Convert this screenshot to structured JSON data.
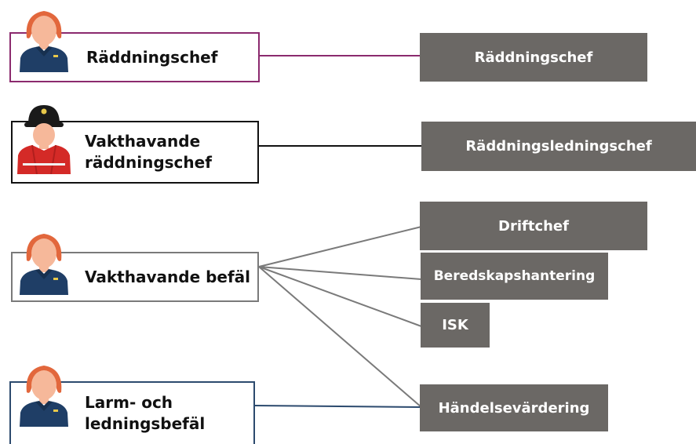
{
  "roles": [
    {
      "id": "raddningschef",
      "label": "Räddningschef",
      "avatar": "firefighter-orange-hair-icon",
      "border_color": "#8b2a6e"
    },
    {
      "id": "vakthavande-raddningschef",
      "label": "Vakthavande\nräddningschef",
      "avatar": "firefighter-helmet-red-jacket-icon",
      "border_color": "#111111"
    },
    {
      "id": "vakthavande-befal",
      "label": "Vakthavande befäl",
      "avatar": "firefighter-orange-hair-icon",
      "border_color": "#7a7a7a"
    },
    {
      "id": "larm-och-ledningsbefal",
      "label": "Larm- och\nledningsbefäl",
      "avatar": "firefighter-orange-hair-icon",
      "border_color": "#2c4a6e"
    }
  ],
  "functions": [
    {
      "id": "raddningschef",
      "label": "Räddningschef"
    },
    {
      "id": "raddningsledningschef",
      "label": "Räddningsledningschef"
    },
    {
      "id": "driftchef",
      "label": "Driftchef"
    },
    {
      "id": "beredskapshantering",
      "label": "Beredskapshantering"
    },
    {
      "id": "isk",
      "label": "ISK"
    },
    {
      "id": "handelsevardering",
      "label": "Händelsevärdering"
    }
  ],
  "colors": {
    "function_box": "#6b6865",
    "line_purple": "#8b2a6e",
    "line_black": "#111111",
    "line_gray": "#7a7a7a",
    "line_blue": "#2c4a6e",
    "shirt_navy": "#1f3e66",
    "jacket_red": "#d42a27",
    "hair_orange": "#e2673c",
    "skin": "#f6b89a",
    "helmet": "#1a1a1a"
  }
}
